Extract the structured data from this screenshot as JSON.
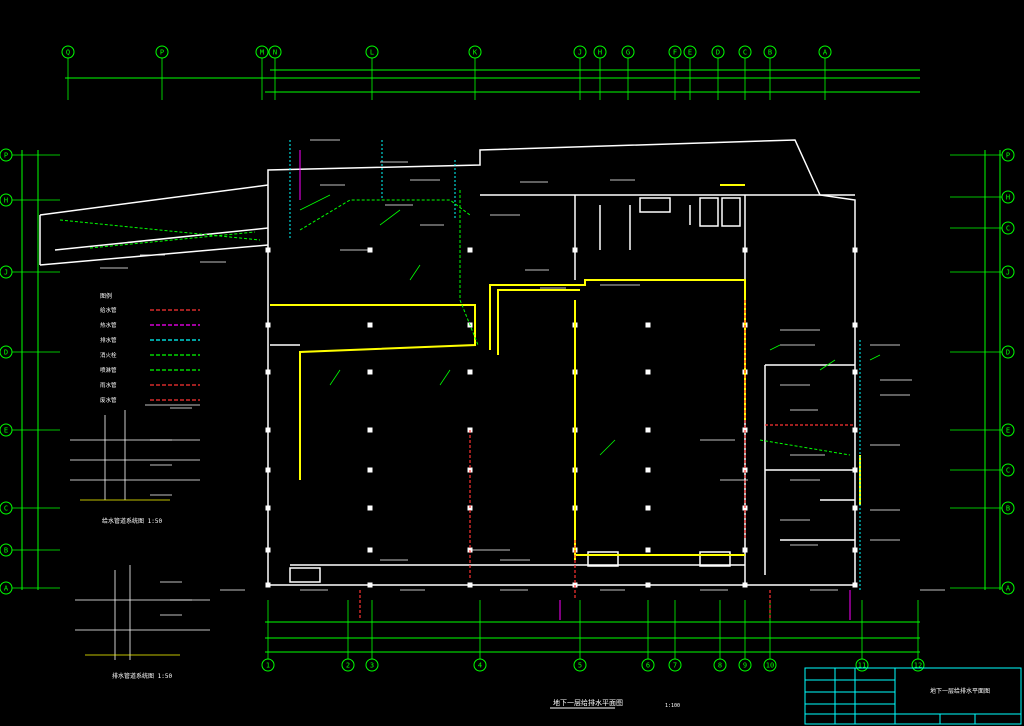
{
  "drawing": {
    "title": "地下一层给排水平面图",
    "scale": "1:100",
    "legend_title": "图例",
    "detail_left_1_caption": "给水管道系统图 1:50",
    "detail_left_2_caption": "排水管道系统图 1:50",
    "title_block_project": "地下一层给排水平面图"
  },
  "axes": {
    "top": [
      "Q",
      "P",
      "M",
      "N",
      "L",
      "K",
      "J",
      "H",
      "G",
      "F",
      "E",
      "D",
      "C",
      "B",
      "A"
    ],
    "left": [
      "P",
      "H",
      "J",
      "D",
      "E",
      "C",
      "B",
      "A"
    ],
    "right": [
      "P",
      "H",
      "C",
      "J",
      "D",
      "E",
      "C",
      "B",
      "A"
    ],
    "bottom": [
      "1",
      "2",
      "3",
      "4",
      "5",
      "6",
      "7",
      "8",
      "9",
      "10",
      "11",
      "12"
    ]
  },
  "colors": {
    "background": "#000000",
    "wall": "#ffffff",
    "dimension": "#00ff00",
    "supply": "#ffff00",
    "drain": "#ff3333",
    "fire": "#00ffff",
    "annotation": "#ffffff",
    "magenta": "#ff00ff"
  },
  "legend": [
    {
      "label": "给水管",
      "color": "#ff3333"
    },
    {
      "label": "热水管",
      "color": "#ff00ff"
    },
    {
      "label": "排水管",
      "color": "#00ffff"
    },
    {
      "label": "消火栓",
      "color": "#00ff00"
    },
    {
      "label": "喷淋管",
      "color": "#00ff00"
    },
    {
      "label": "雨水管",
      "color": "#ff3333"
    },
    {
      "label": "废水管",
      "color": "#ff3333"
    }
  ]
}
